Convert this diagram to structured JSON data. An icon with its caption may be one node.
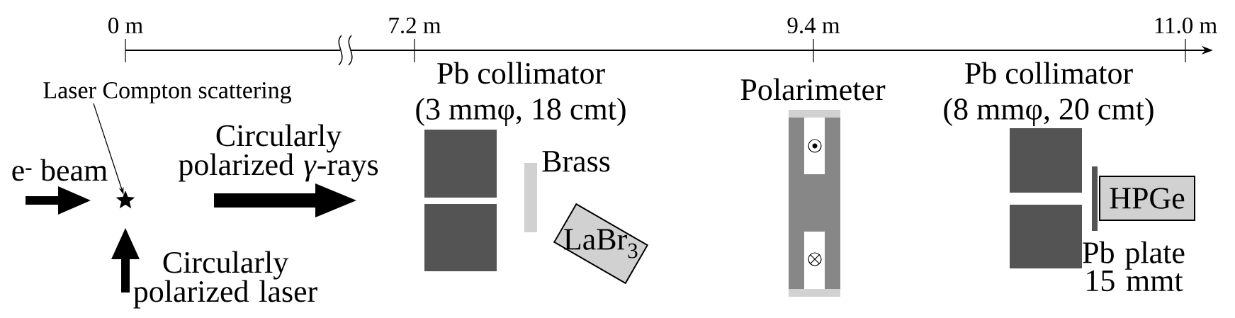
{
  "diagram": {
    "nodes": [
      {
        "text": [
          "Laser Compton scattering"
        ]
      },
      {
        "text": [],
        "shape": "star"
      },
      {
        "text": [
          "LaBr$_{3}$"
        ]
      },
      {
        "text": [
          "HPGe"
        ]
      },
      {
        "text": [],
        "shape": "bar"
      },
      {
        "text": [],
        "shape": "bar"
      }
    ],
    "edges": [
      {
        "from": 0,
        "to": 1,
        "arrow": "to"
      }
    ],
    "labels": [
      "0 m",
      "7.2 m",
      "9.4 m",
      "11.0 m",
      "Pb collimator",
      "(3 mmφ, 18 cmt)",
      "Polarimeter",
      "Pb collimator",
      "(8 mmφ, 20 cmt)",
      "e$^{-}$ beam",
      "Circularly polarized *γ*-rays",
      "Brass",
      "Circularly polarized laser",
      "Pb plate 15 mmt"
    ]
  }
}
